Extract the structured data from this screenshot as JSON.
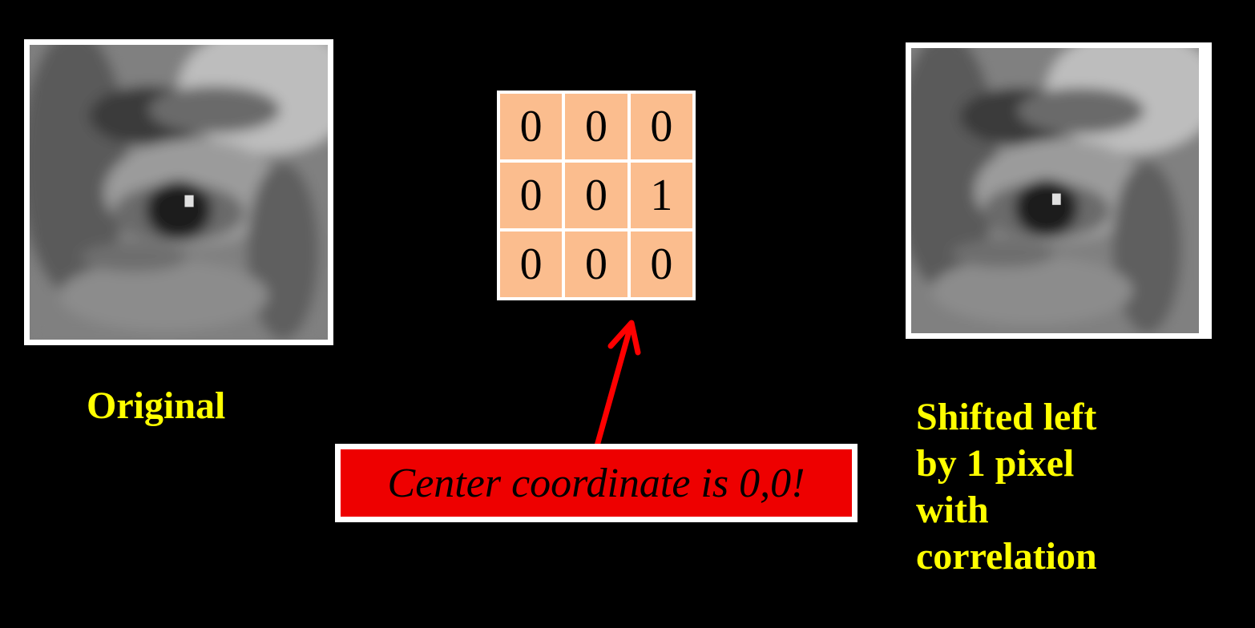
{
  "captions": {
    "original": "Original",
    "shifted": [
      "Shifted left",
      "by 1 pixel",
      "with",
      "correlation"
    ]
  },
  "kernel": {
    "rows": [
      [
        "0",
        "0",
        "0"
      ],
      [
        "0",
        "0",
        "1"
      ],
      [
        "0",
        "0",
        "0"
      ]
    ]
  },
  "callout": {
    "text": "Center coordinate is 0,0!"
  },
  "colors": {
    "background": "#000000",
    "caption": "#ffff00",
    "kernel_cell": "#fbbd8e",
    "callout_fill": "#ee0000",
    "arrow": "#ff0000"
  }
}
